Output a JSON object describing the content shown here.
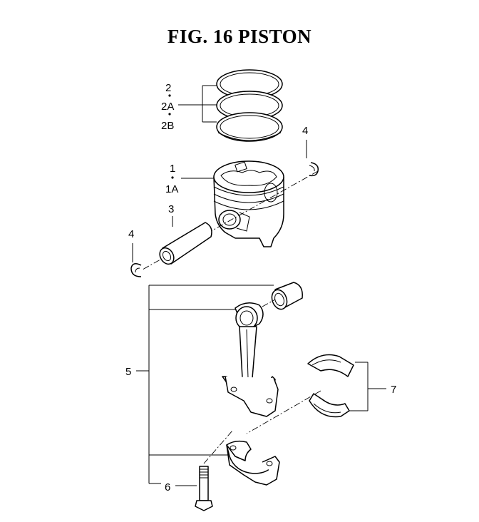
{
  "title": "FIG. 16  PISTON",
  "labels": {
    "rings_top": "2",
    "rings_mid": "2A",
    "rings_bottom": "2B",
    "snap_ring_right": "4",
    "piston_top": "1",
    "piston_bottom": "1A",
    "pin": "3",
    "snap_ring_left": "4",
    "con_rod": "5",
    "bearing": "7",
    "bolt": "6"
  }
}
